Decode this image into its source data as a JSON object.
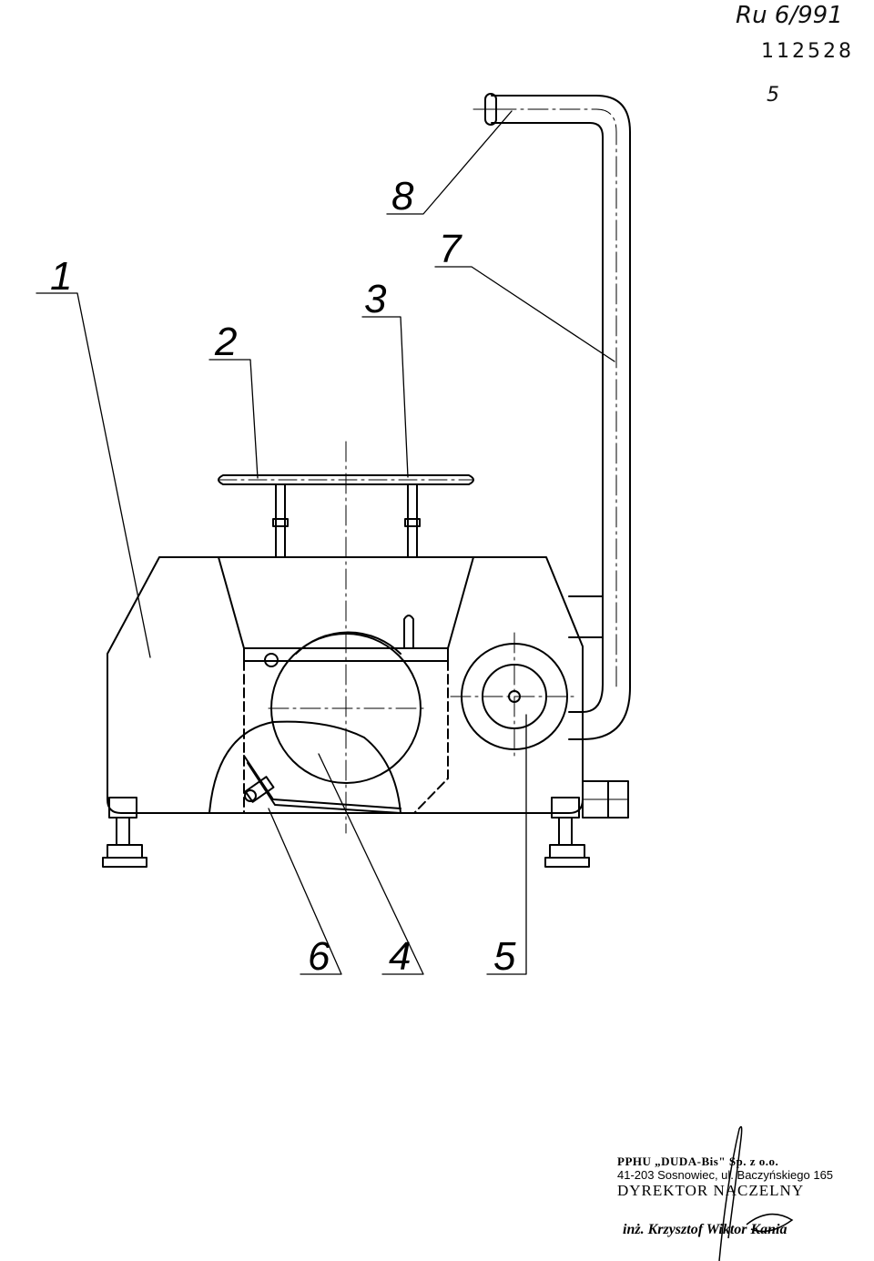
{
  "header": {
    "doc_ref": "Ru 6/991",
    "doc_number": "112528",
    "sheet_number": "5"
  },
  "callouts": [
    "1",
    "2",
    "3",
    "4",
    "5",
    "6",
    "7",
    "8"
  ],
  "stamp": {
    "line1": "PPHU „DUDA-Bis\" Sp. z o.o.",
    "line2": "41-203 Sosnowiec, ul. Baczyńskiego 165",
    "line3": "DYREKTOR NACZELNY",
    "line4": "inż. Krzysztof Wiktor Kania"
  }
}
